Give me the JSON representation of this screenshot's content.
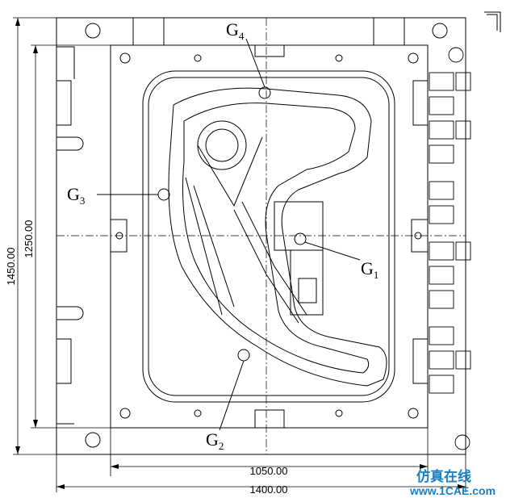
{
  "dimensions": {
    "width_outer": "1400.00",
    "width_inner": "1050.00",
    "height_outer": "1450.00",
    "height_inner": "1250.00"
  },
  "gates": [
    {
      "letter": "G",
      "sub": "1"
    },
    {
      "letter": "G",
      "sub": "2"
    },
    {
      "letter": "G",
      "sub": "3"
    },
    {
      "letter": "G",
      "sub": "4"
    }
  ],
  "watermark": {
    "cn": "仿真在线",
    "url": "www.1CAE.com"
  }
}
